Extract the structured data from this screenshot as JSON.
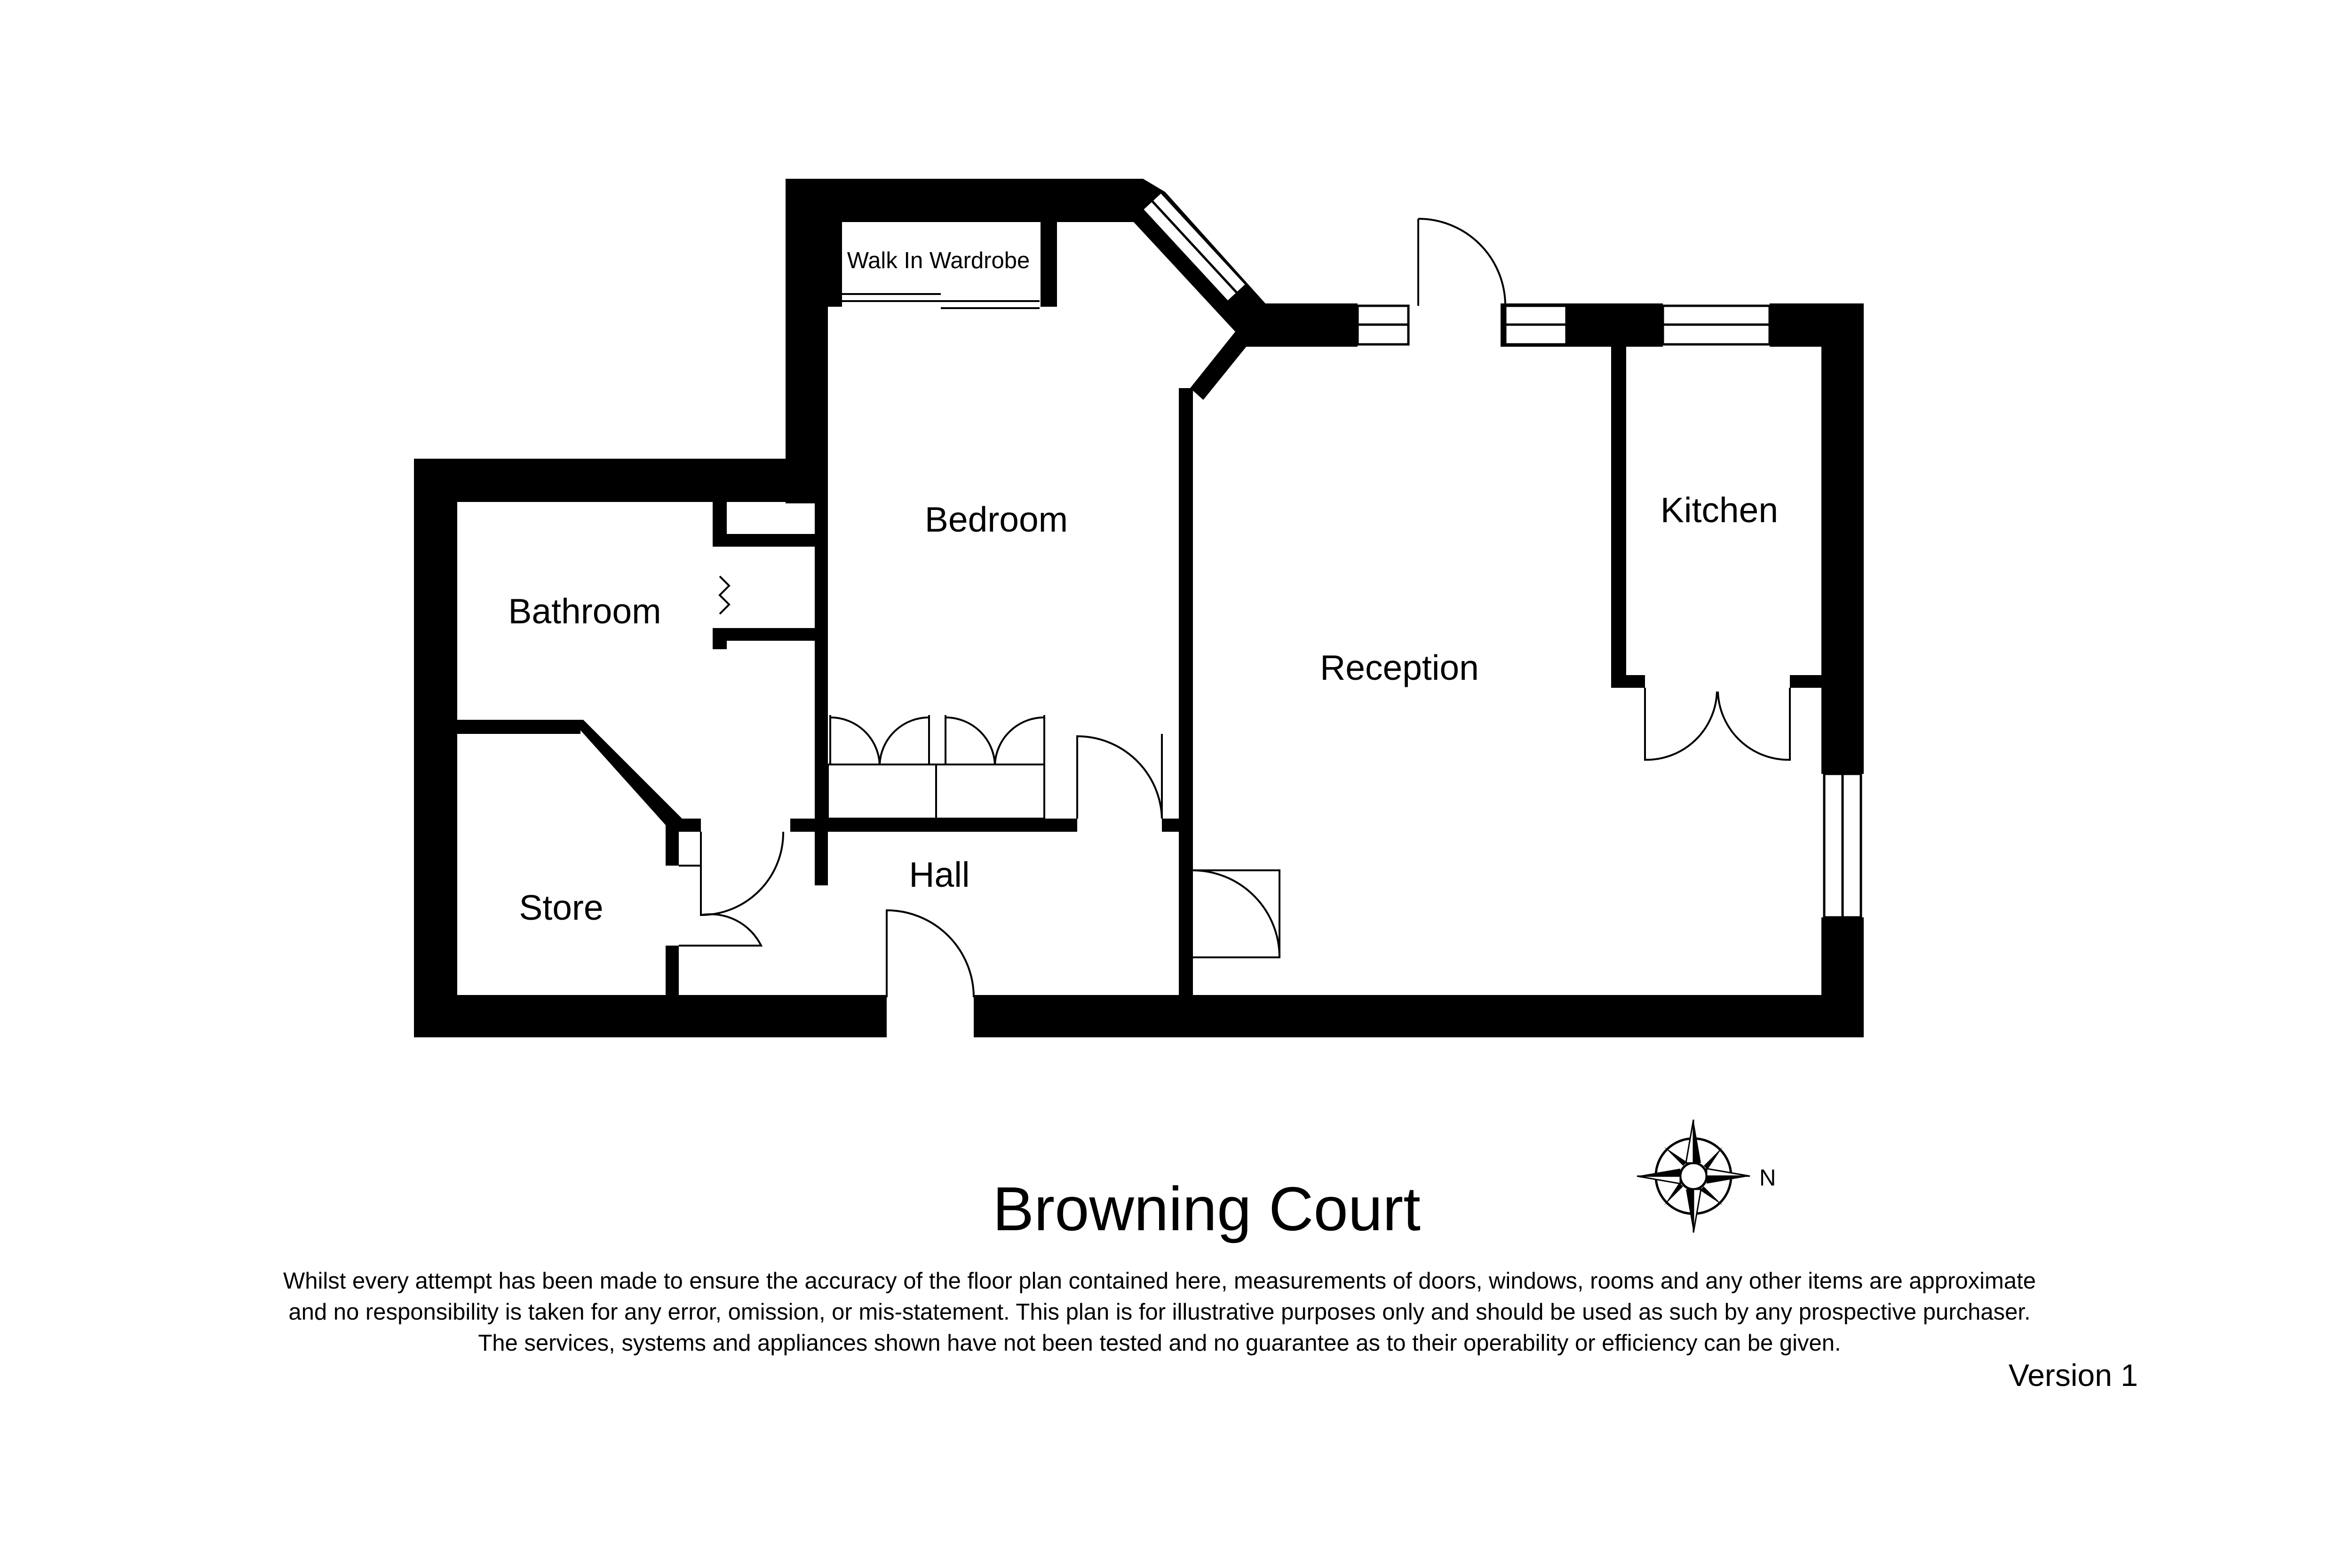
{
  "rooms": {
    "walk_in_wardrobe": "Walk In Wardrobe",
    "bedroom": "Bedroom",
    "bathroom": "Bathroom",
    "reception": "Reception",
    "kitchen": "Kitchen",
    "hall": "Hall",
    "store": "Store"
  },
  "title": "Browning Court",
  "compass": {
    "label": "N",
    "icon": "compass-rose-icon"
  },
  "disclaimer": [
    "Whilst every attempt has been made to ensure the accuracy of the floor plan contained here, measurements of doors, windows, rooms and any other items are approximate",
    "and no responsibility is taken for any error, omission, or mis-statement. This plan is for illustrative purposes only and should be used as such by any prospective purchaser.",
    "The services, systems and appliances shown have not been tested and no guarantee as to their operability or efficiency can be given."
  ],
  "version": "Version 1",
  "colors": {
    "wall": "#000000",
    "background": "#ffffff"
  }
}
